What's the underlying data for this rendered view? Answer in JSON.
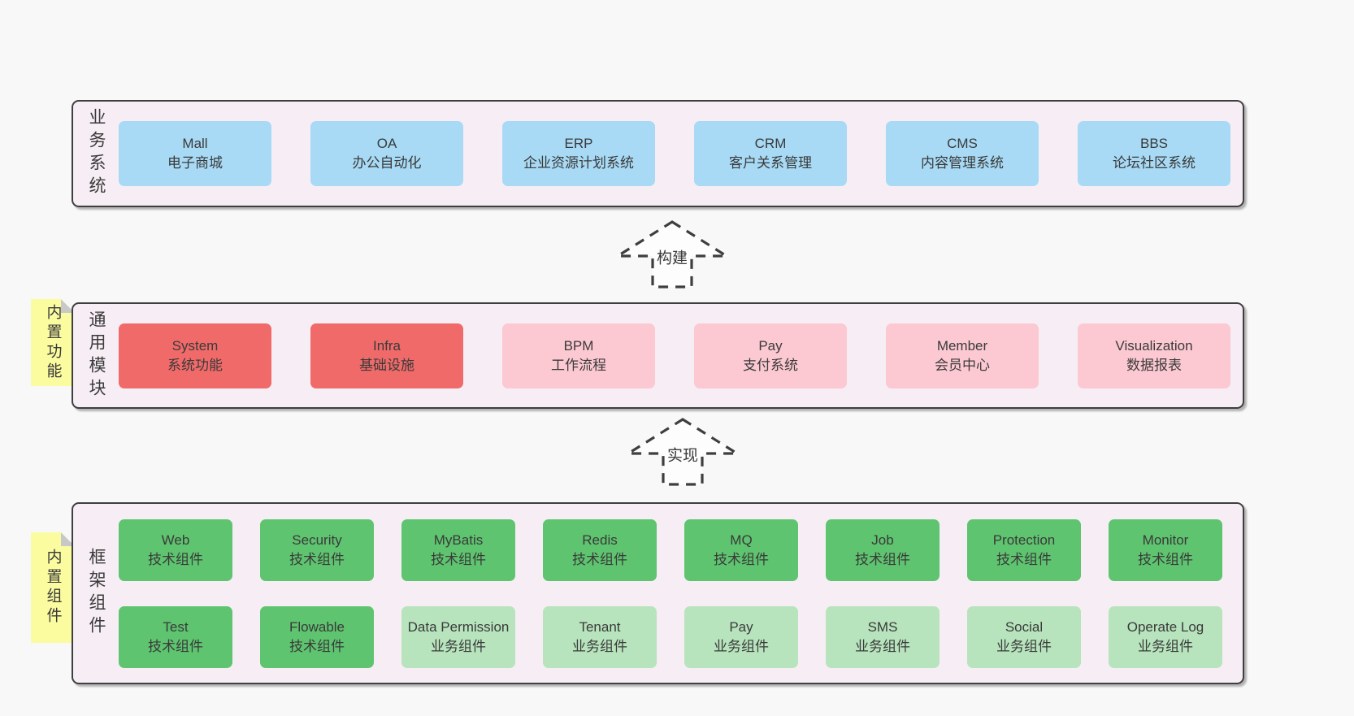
{
  "colors": {
    "page_bg": "#f8f8f8",
    "container_bg": "#f7edf5",
    "container_border": "#3f3f3f",
    "blue": "#a8daf5",
    "red": "#f16a6a",
    "pink": "#fcc9d2",
    "green": "#5ec46f",
    "light_green": "#b7e4bd",
    "sticky_yellow": "#fbfba0",
    "sticky_fold": "#c8c8c8",
    "text": "#3a3a3a"
  },
  "arrows": [
    {
      "label": "构建"
    },
    {
      "label": "实现"
    }
  ],
  "layers": [
    {
      "side_label": "业务系统",
      "boxes": [
        {
          "name": "Mall",
          "desc": "电子商城",
          "type": "blue"
        },
        {
          "name": "OA",
          "desc": "办公自动化",
          "type": "blue"
        },
        {
          "name": "ERP",
          "desc": "企业资源计划系统",
          "type": "blue"
        },
        {
          "name": "CRM",
          "desc": "客户关系管理",
          "type": "blue"
        },
        {
          "name": "CMS",
          "desc": "内容管理系统",
          "type": "blue"
        },
        {
          "name": "BBS",
          "desc": "论坛社区系统",
          "type": "blue"
        }
      ]
    },
    {
      "side_label": "通用模块",
      "sticky": "内置功能",
      "boxes": [
        {
          "name": "System",
          "desc": "系统功能",
          "type": "red"
        },
        {
          "name": "Infra",
          "desc": "基础设施",
          "type": "red"
        },
        {
          "name": "BPM",
          "desc": "工作流程",
          "type": "pink"
        },
        {
          "name": "Pay",
          "desc": "支付系统",
          "type": "pink"
        },
        {
          "name": "Member",
          "desc": "会员中心",
          "type": "pink"
        },
        {
          "name": "Visualization",
          "desc": "数据报表",
          "type": "pink"
        }
      ]
    },
    {
      "side_label": "框架组件",
      "sticky": "内置组件",
      "rows": [
        [
          {
            "name": "Web",
            "desc": "技术组件",
            "type": "green"
          },
          {
            "name": "Security",
            "desc": "技术组件",
            "type": "green"
          },
          {
            "name": "MyBatis",
            "desc": "技术组件",
            "type": "green"
          },
          {
            "name": "Redis",
            "desc": "技术组件",
            "type": "green"
          },
          {
            "name": "MQ",
            "desc": "技术组件",
            "type": "green"
          },
          {
            "name": "Job",
            "desc": "技术组件",
            "type": "green"
          },
          {
            "name": "Protection",
            "desc": "技术组件",
            "type": "green"
          },
          {
            "name": "Monitor",
            "desc": "技术组件",
            "type": "green"
          }
        ],
        [
          {
            "name": "Test",
            "desc": "技术组件",
            "type": "green"
          },
          {
            "name": "Flowable",
            "desc": "技术组件",
            "type": "green"
          },
          {
            "name": "Data Permission",
            "desc": "业务组件",
            "type": "light_green"
          },
          {
            "name": "Tenant",
            "desc": "业务组件",
            "type": "light_green"
          },
          {
            "name": "Pay",
            "desc": "业务组件",
            "type": "light_green"
          },
          {
            "name": "SMS",
            "desc": "业务组件",
            "type": "light_green"
          },
          {
            "name": "Social",
            "desc": "业务组件",
            "type": "light_green"
          },
          {
            "name": "Operate Log",
            "desc": "业务组件",
            "type": "light_green"
          }
        ]
      ]
    }
  ]
}
